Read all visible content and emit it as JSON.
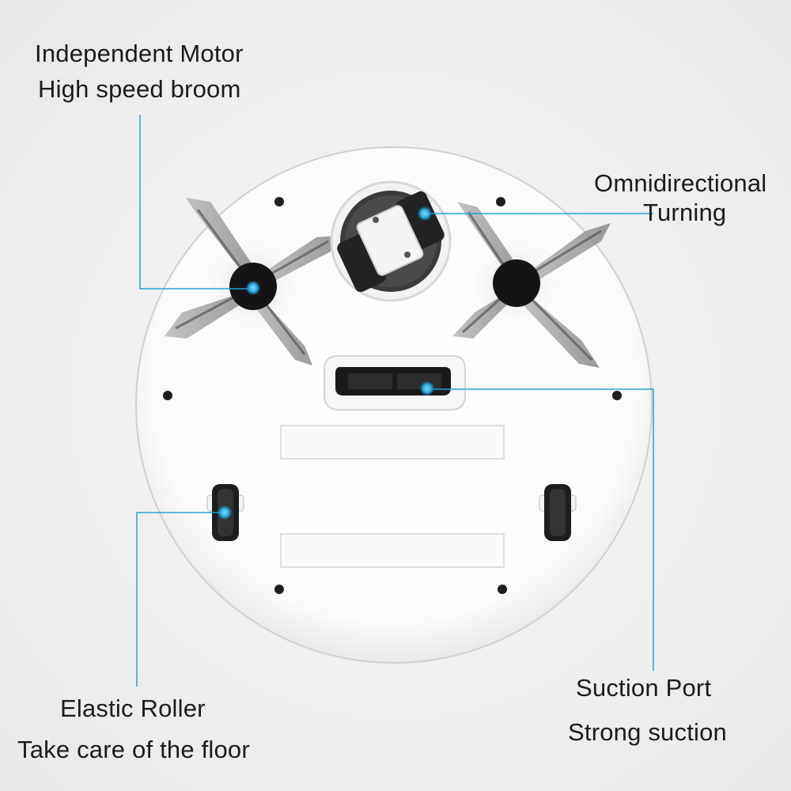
{
  "callouts": {
    "motor": {
      "line1": "Independent Motor",
      "line2": "High speed broom"
    },
    "turning": {
      "line1": "Omnidirectional",
      "line2": "Turning"
    },
    "roller": {
      "line1": "Elastic Roller",
      "line2": "Take care of the floor"
    },
    "suction": {
      "line1": "Suction Port",
      "line2": "Strong suction"
    }
  },
  "colors": {
    "background": "#efefef",
    "body": "#ffffff",
    "accent": "#2aa9e0",
    "leader_line": "#2a9fd6",
    "brush": "#1a1a1a",
    "bristle": "#9a9a9a"
  }
}
